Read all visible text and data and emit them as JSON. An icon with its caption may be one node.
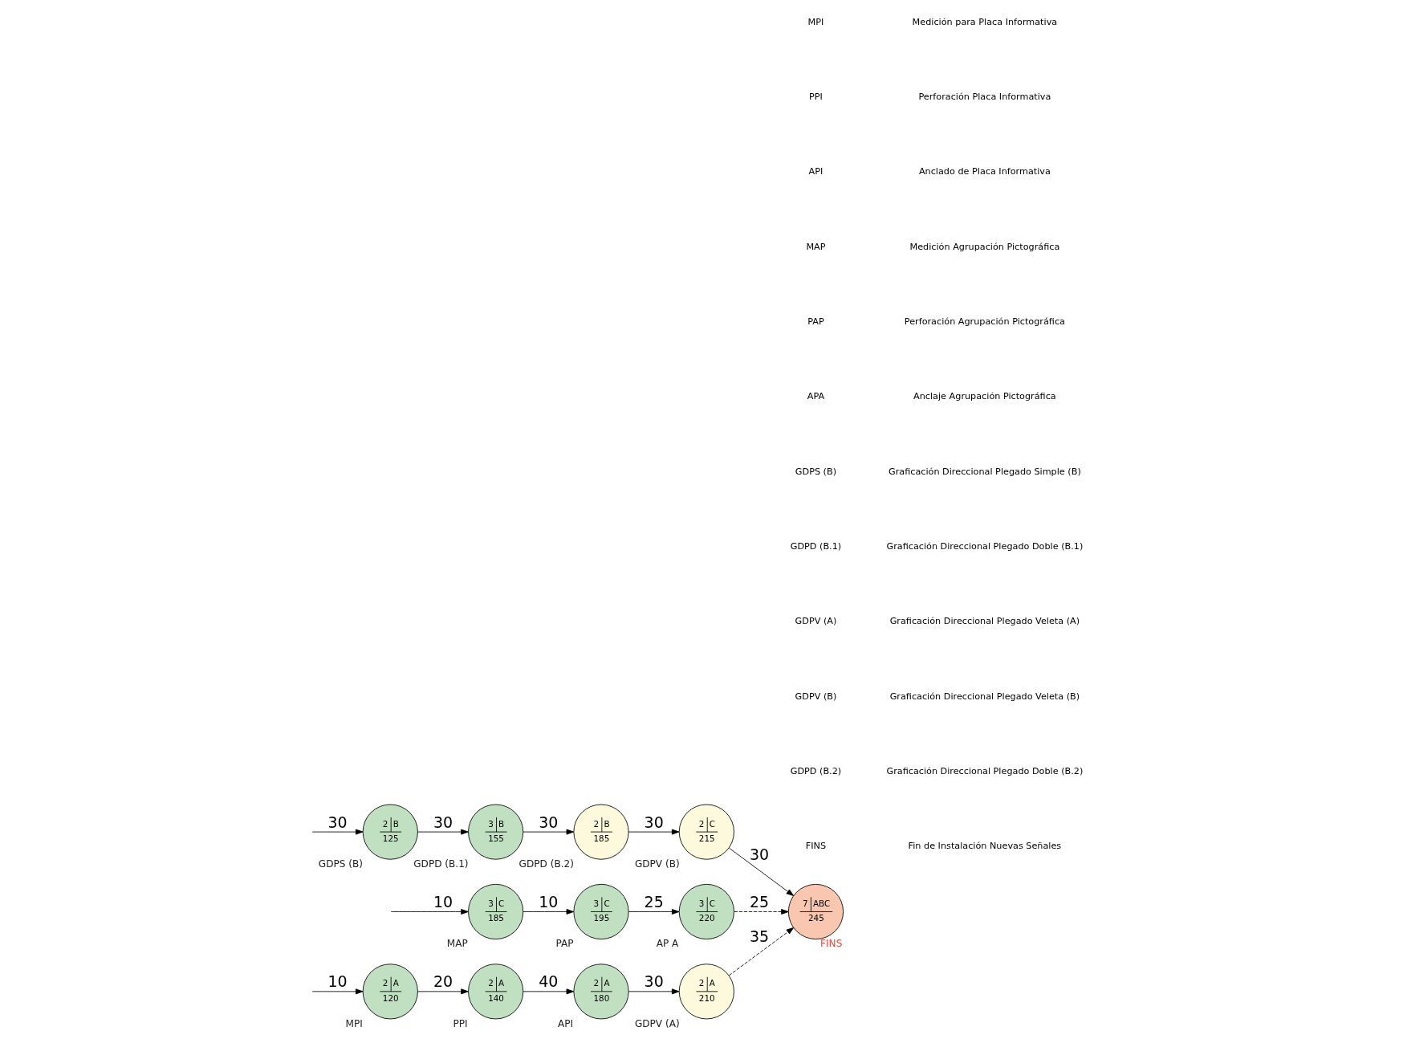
{
  "diagram": {
    "nodes": [
      {
        "text": [
          "2",
          "A",
          "120"
        ],
        "beside": [
          "MPI"
        ]
      },
      {
        "text": [
          "2",
          "A",
          "140"
        ],
        "beside": [
          "PPI"
        ]
      },
      {
        "text": [
          "2",
          "A",
          "180"
        ],
        "beside": [
          "API"
        ]
      },
      {
        "text": [
          "2",
          "A",
          "210"
        ],
        "beside": [
          "GDPV (A)"
        ]
      },
      {
        "text": [
          "2",
          "B",
          "125"
        ],
        "beside": [
          "GDPS (B)"
        ]
      },
      {
        "text": [
          "3",
          "B",
          "155"
        ],
        "beside": [
          "GDPD (B.1)"
        ]
      },
      {
        "text": [
          "2",
          "B",
          "185"
        ],
        "beside": [
          "GDPD (B.2)"
        ]
      },
      {
        "text": [
          "2",
          "C",
          "215"
        ],
        "beside": [
          "GDPV (B)"
        ]
      },
      {
        "text": [
          "3",
          "C",
          "185"
        ],
        "beside": [
          "MAP"
        ]
      },
      {
        "text": [
          "3",
          "C",
          "195"
        ],
        "beside": [
          "PAP"
        ]
      },
      {
        "text": [
          "3",
          "C",
          "220"
        ],
        "beside": [
          "AP A"
        ]
      },
      {
        "text": [
          "7",
          "ABC",
          "245"
        ],
        "beside": [
          "FINS"
        ]
      }
    ],
    "edges": [
      {
        "from": null,
        "to": 0,
        "arrow": "to",
        "label": "10"
      },
      {
        "from": 0,
        "to": 1,
        "arrow": "to",
        "label": "20"
      },
      {
        "from": 1,
        "to": 2,
        "arrow": "to",
        "label": "40"
      },
      {
        "from": 2,
        "to": 3,
        "arrow": "to",
        "label": "30"
      },
      {
        "from": 3,
        "to": 11,
        "arrow": "to",
        "label": "35",
        "style": "dashed"
      },
      {
        "from": null,
        "to": 4,
        "arrow": "to",
        "label": "30"
      },
      {
        "from": 4,
        "to": 5,
        "arrow": "to",
        "label": "30"
      },
      {
        "from": 5,
        "to": 6,
        "arrow": "to",
        "label": "30"
      },
      {
        "from": 6,
        "to": 7,
        "arrow": "to",
        "label": "30"
      },
      {
        "from": 7,
        "to": 11,
        "arrow": "to",
        "label": "30"
      },
      {
        "from": null,
        "to": 8,
        "arrow": "to",
        "label": "10"
      },
      {
        "from": 8,
        "to": 9,
        "arrow": "to",
        "label": "10"
      },
      {
        "from": 9,
        "to": 10,
        "arrow": "to",
        "label": "25"
      },
      {
        "from": 10,
        "to": 11,
        "arrow": "to",
        "label": "25",
        "style": "dashed"
      }
    ],
    "labels": [
      "MPI",
      "Medición para Placa Informativa",
      "PPI",
      "Perforación Placa Informativa",
      "API",
      "Anclado de Placa Informativa",
      "MAP",
      "Medición Agrupación Pictográfica",
      "PAP",
      "Perforación Agrupación Pictográfica",
      "APA",
      "Anclaje Agrupación Pictográfica",
      "GDPS (B)",
      "Graficación Direccional Plegado Simple (B)",
      "GDPD (B.1)",
      "Graficación Direccional Plegado Doble (B.1)",
      "GDPV (A)",
      "Graficación Direccional Plegado Veleta (A)",
      "GDPV (B)",
      "Graficación Direccional Plegado Veleta (B)",
      "GDPD (B.2)",
      "Graficación Direccional Plegado Doble (B.2)",
      "FINS",
      "Fin de Instalación Nuevas Señales"
    ]
  }
}
